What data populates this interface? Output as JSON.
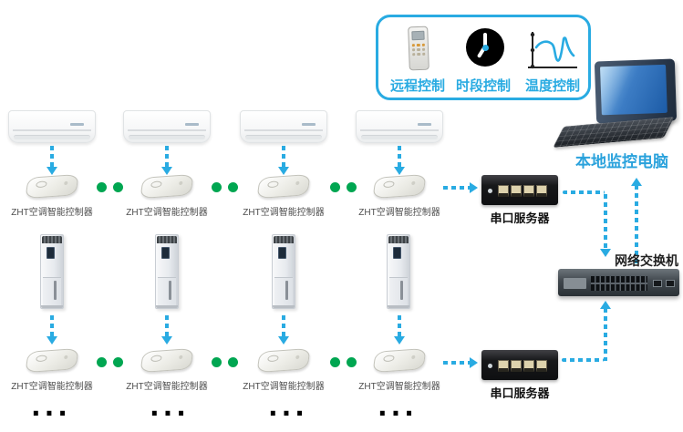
{
  "legend": {
    "items": [
      {
        "icon": "remote-control-icon",
        "label": "远程控制"
      },
      {
        "icon": "clock-icon",
        "label": "时段控制"
      },
      {
        "icon": "temperature-chart-icon",
        "label": "温度控制"
      }
    ]
  },
  "labels": {
    "controller": "ZHT空调智能控制器",
    "serial_server": "串口服务器",
    "network_switch": "网络交换机",
    "local_monitor_pc": "本地监控电脑",
    "more_units": "..."
  },
  "colors": {
    "arrow_blue": "#29abe2",
    "legend_border": "#29abe2",
    "legend_text": "#29abe2",
    "green_dot": "#00a651",
    "pc_label": "#2aa2dc",
    "device_label": "#111111",
    "controller_label": "#4d4d4d"
  }
}
